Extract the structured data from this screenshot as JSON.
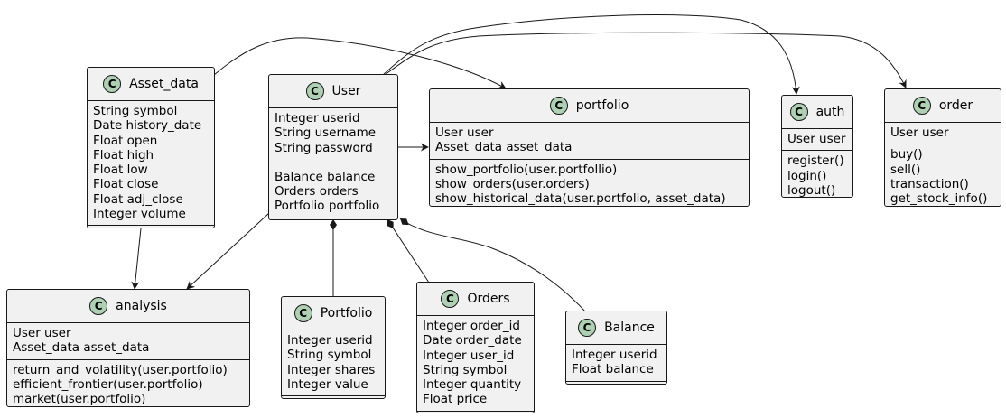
{
  "diagram": {
    "classes": [
      {
        "id": "asset_data",
        "name": "Asset_data",
        "stereotype_badge": "C",
        "attributes": [
          "String symbol",
          "Date history_date",
          "Float open",
          "Float high",
          "Float low",
          "Float close",
          "Float adj_close",
          "Integer volume"
        ],
        "methods": []
      },
      {
        "id": "user",
        "name": "User",
        "stereotype_badge": "C",
        "attributes": [
          "Integer userid",
          "String username",
          "String password",
          "",
          "Balance balance",
          "Orders orders",
          "Portfolio portfolio"
        ],
        "methods": []
      },
      {
        "id": "portfolio_cls",
        "name": "portfolio",
        "stereotype_badge": "C",
        "attributes": [
          "User user",
          "Asset_data asset_data"
        ],
        "methods": [
          "show_portfolio(user.portfollio)",
          "show_orders(user.orders)",
          "show_historical_data(user.portfolio, asset_data)"
        ]
      },
      {
        "id": "auth",
        "name": "auth",
        "stereotype_badge": "C",
        "attributes": [
          "User user"
        ],
        "methods": [
          "register()",
          "login()",
          "logout()"
        ]
      },
      {
        "id": "order",
        "name": "order",
        "stereotype_badge": "C",
        "attributes": [
          "User user"
        ],
        "methods": [
          "buy()",
          "sell()",
          "transaction()",
          "get_stock_info()"
        ]
      },
      {
        "id": "analysis",
        "name": "analysis",
        "stereotype_badge": "C",
        "attributes": [
          "User user",
          "Asset_data asset_data"
        ],
        "methods": [
          "return_and_volatility(user.portfolio)",
          "efficient_frontier(user.portfolio)",
          "market(user.portfolio)"
        ]
      },
      {
        "id": "portfolio_entity",
        "name": "Portfolio",
        "stereotype_badge": "C",
        "attributes": [
          "Integer userid",
          "String symbol",
          "Integer shares",
          "Integer value"
        ],
        "methods": []
      },
      {
        "id": "orders",
        "name": "Orders",
        "stereotype_badge": "C",
        "attributes": [
          "Integer order_id",
          "Date order_date",
          "Integer user_id",
          "String symbol",
          "Integer quantity",
          "Float price"
        ],
        "methods": []
      },
      {
        "id": "balance",
        "name": "Balance",
        "stereotype_badge": "C",
        "attributes": [
          "Integer userid",
          "Float balance"
        ],
        "methods": []
      }
    ],
    "relations": [
      {
        "from": "user",
        "to": "portfolio_cls",
        "kind": "association-arrow"
      },
      {
        "from": "asset_data",
        "to": "portfolio_cls",
        "kind": "association-arrow"
      },
      {
        "from": "user",
        "to": "auth",
        "kind": "association-arrow"
      },
      {
        "from": "user",
        "to": "order",
        "kind": "association-arrow"
      },
      {
        "from": "asset_data",
        "to": "analysis",
        "kind": "association-arrow"
      },
      {
        "from": "user",
        "to": "analysis",
        "kind": "association-arrow"
      },
      {
        "from": "user",
        "to": "portfolio_entity",
        "kind": "composition"
      },
      {
        "from": "user",
        "to": "orders",
        "kind": "composition"
      },
      {
        "from": "user",
        "to": "balance",
        "kind": "composition"
      }
    ]
  }
}
